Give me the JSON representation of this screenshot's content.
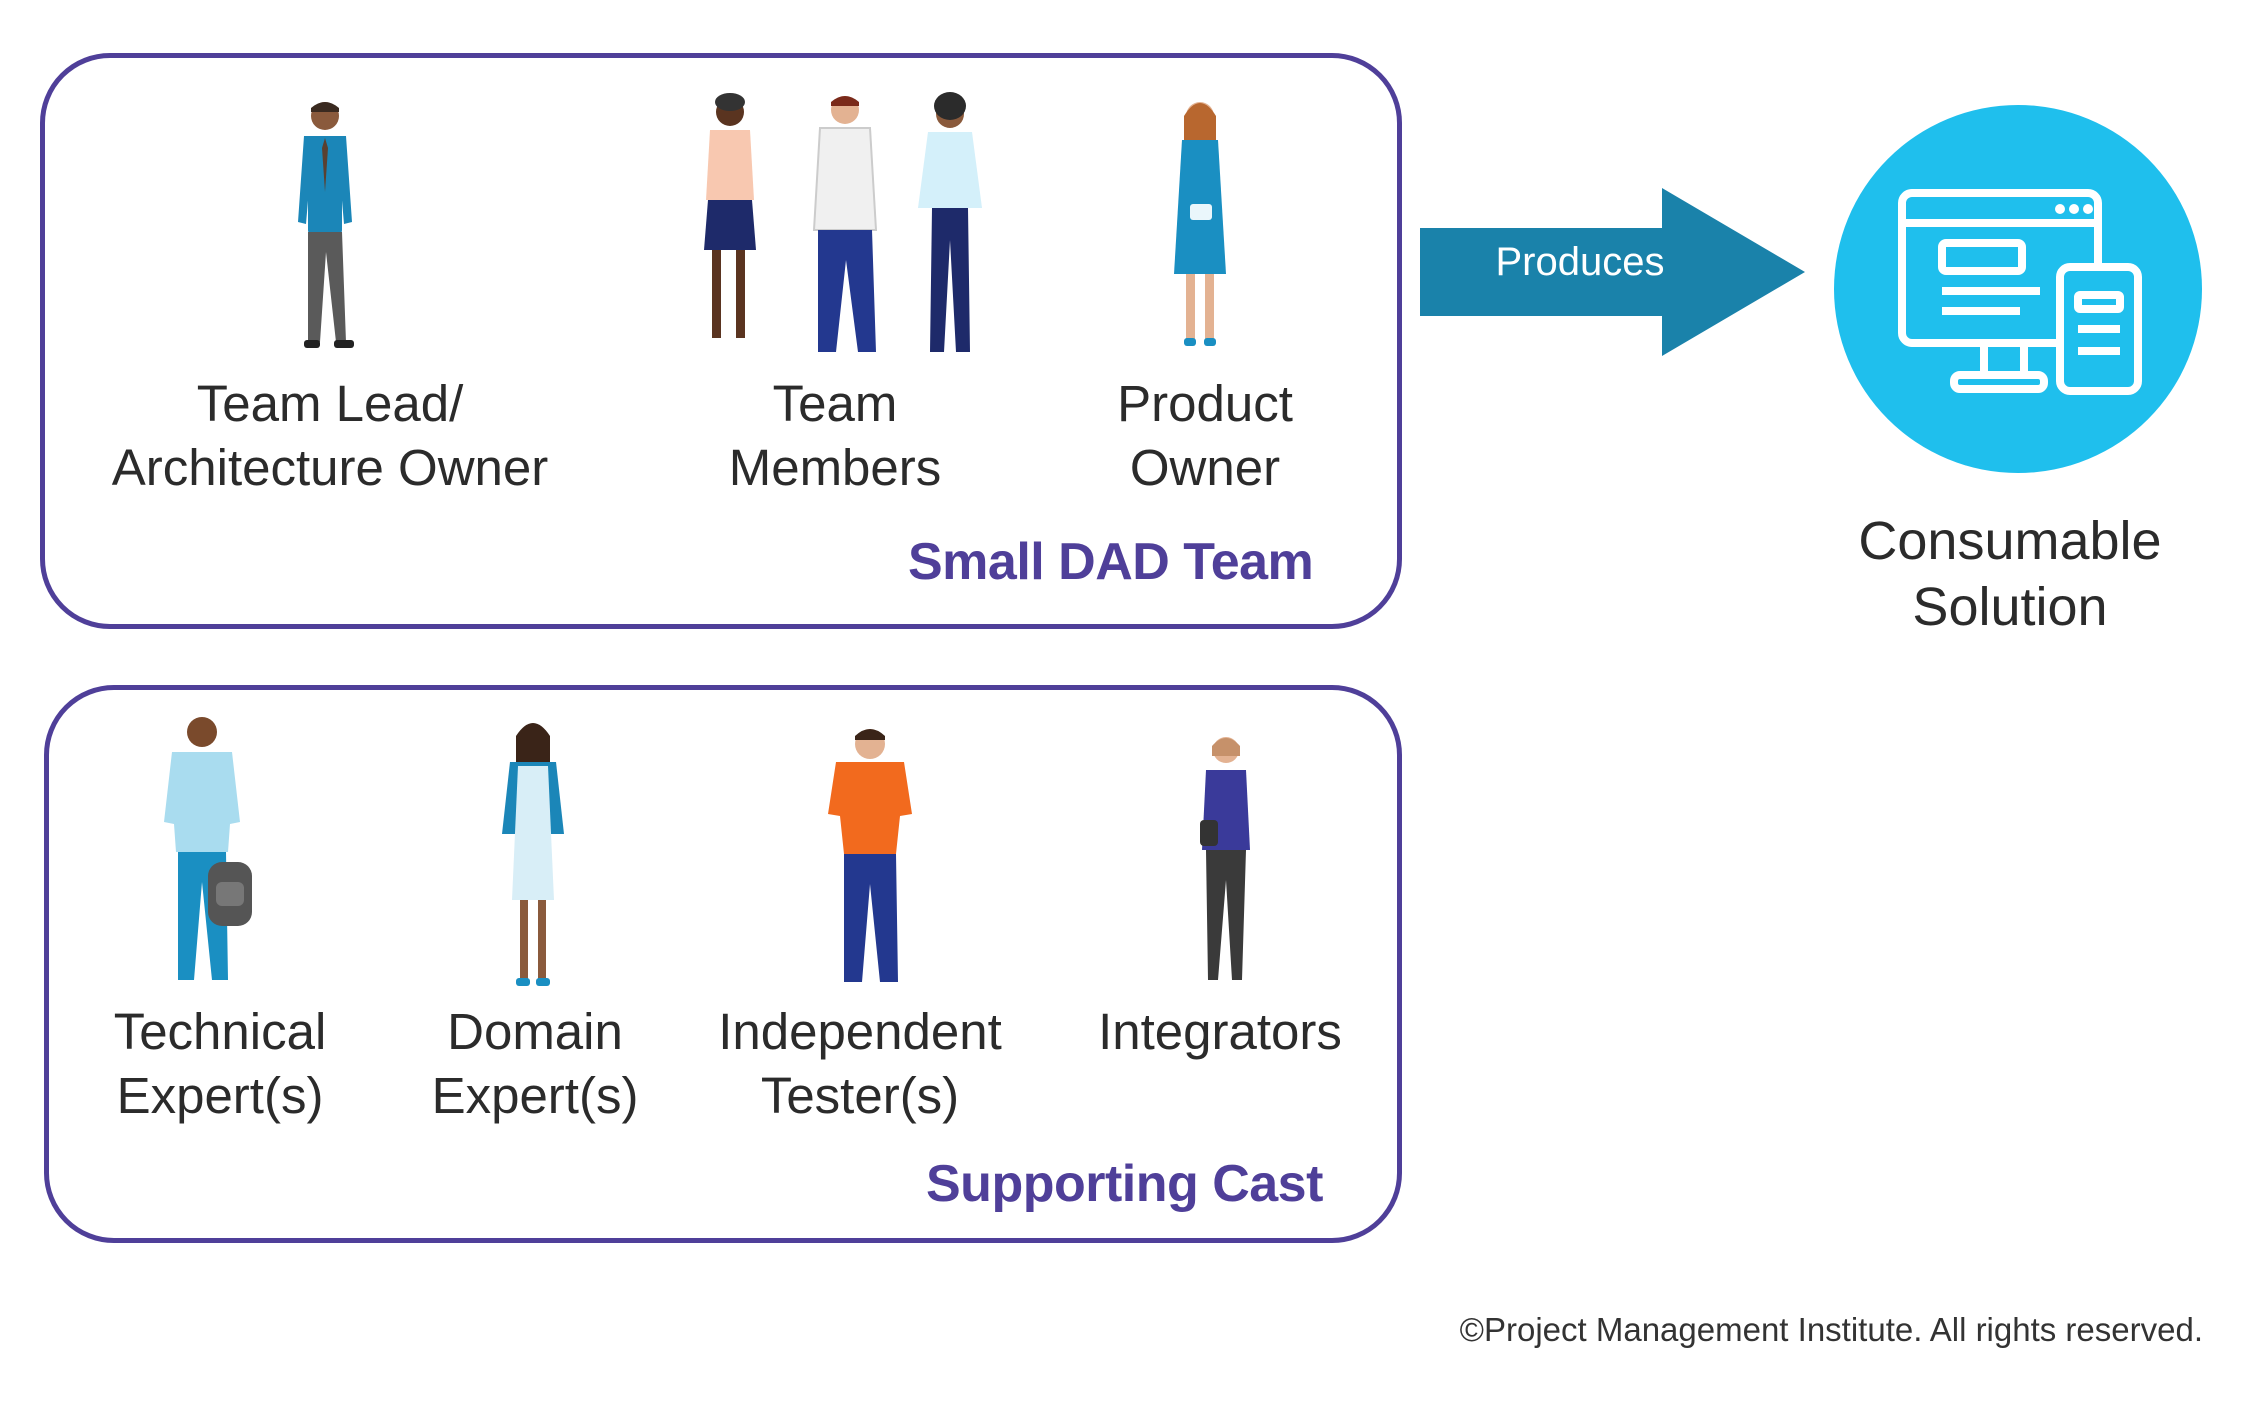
{
  "small_team": {
    "title": "Small DAD Team",
    "roles": [
      {
        "line1": "Team Lead/",
        "line2": "Architecture Owner"
      },
      {
        "line1": "Team",
        "line2": "Members"
      },
      {
        "line1": "Product",
        "line2": "Owner"
      }
    ]
  },
  "supporting_cast": {
    "title": "Supporting Cast",
    "roles": [
      {
        "line1": "Technical",
        "line2": "Expert(s)"
      },
      {
        "line1": "Domain",
        "line2": "Expert(s)"
      },
      {
        "line1": "Independent",
        "line2": "Tester(s)"
      },
      {
        "line1": "Integrators",
        "line2": ""
      }
    ]
  },
  "arrow": {
    "label": "Produces",
    "color": "#1a82aa"
  },
  "output": {
    "line1": "Consumable",
    "line2": "Solution",
    "circle_color": "#1fbfed",
    "icon": "computer-and-tablet-icon"
  },
  "footer": {
    "copyright": "©Project Management Institute. All rights reserved."
  },
  "colors": {
    "panel_border": "#4f3f99",
    "title": "#4f3f99"
  }
}
